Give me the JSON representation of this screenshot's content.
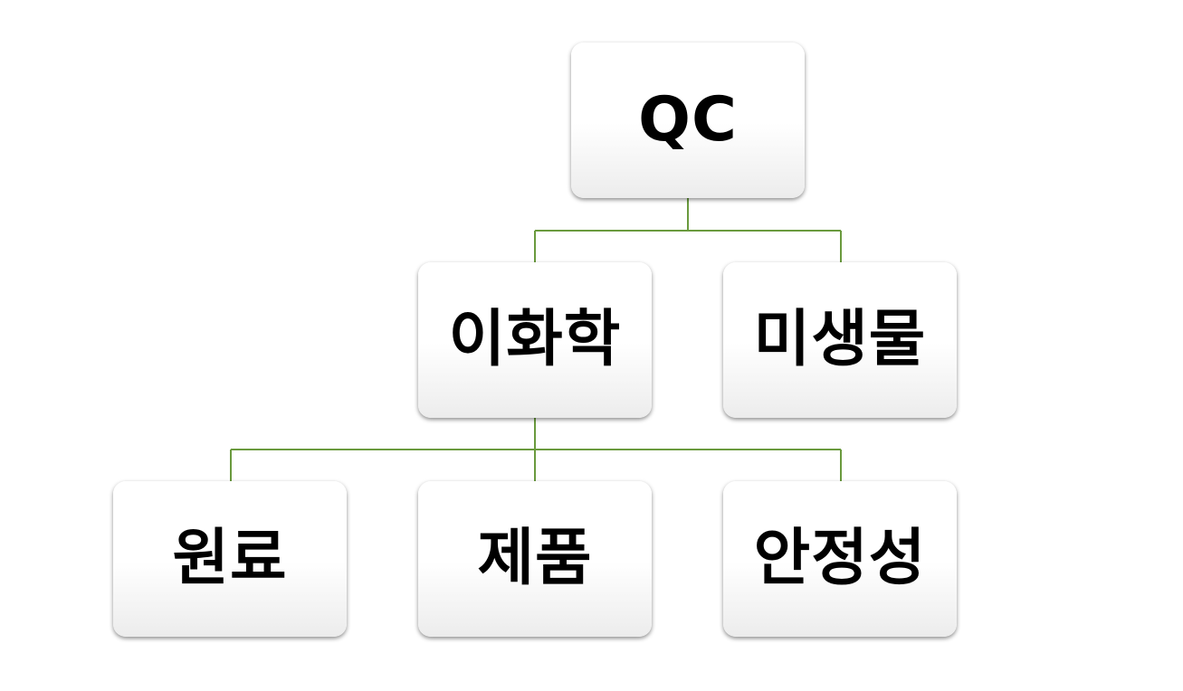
{
  "diagram": {
    "connector_color": "#6a9a3e",
    "root": {
      "label": "QC"
    },
    "level2": [
      {
        "label": "이화학"
      },
      {
        "label": "미생물"
      }
    ],
    "level3": [
      {
        "label": "원료"
      },
      {
        "label": "제품"
      },
      {
        "label": "안정성"
      }
    ]
  }
}
